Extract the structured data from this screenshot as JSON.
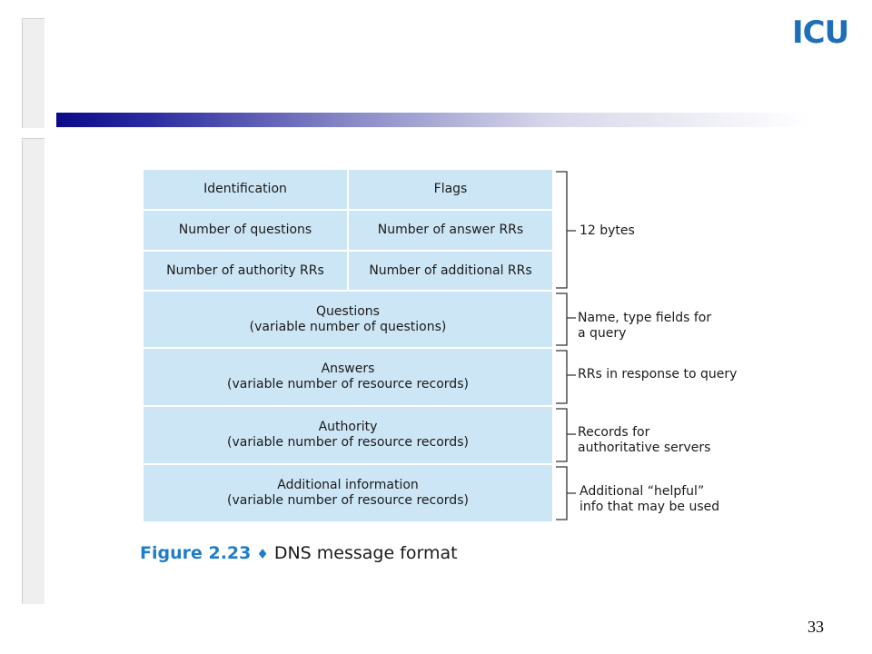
{
  "logo": "ICU",
  "header_cells": [
    [
      "Identification",
      "Flags"
    ],
    [
      "Number of questions",
      "Number of answer RRs"
    ],
    [
      "Number of authority RRs",
      "Number of additional RRs"
    ]
  ],
  "sections": [
    {
      "title": "Questions",
      "subtitle": "(variable number of questions)"
    },
    {
      "title": "Answers",
      "subtitle": "(variable number of resource records)"
    },
    {
      "title": "Authority",
      "subtitle": "(variable number of resource records)"
    },
    {
      "title": "Additional information",
      "subtitle": "(variable number of resource records)"
    }
  ],
  "annotations": {
    "header": "12 bytes",
    "questions": [
      "Name, type fields for",
      "a query"
    ],
    "answers": [
      "RRs in response to query"
    ],
    "authority": [
      "Records for",
      "authoritative servers"
    ],
    "additional": [
      "Additional “helpful”",
      "info that may be used"
    ]
  },
  "caption": {
    "figure": "Figure 2.23",
    "separator": "♦",
    "text": "DNS message format"
  },
  "page_number": "33",
  "colors": {
    "cell_fill": "#cde6f5",
    "accent_blue": "#1f7cc8",
    "logo_blue": "#1f6fb8",
    "header_rule_dark": "#0a0a8a"
  }
}
